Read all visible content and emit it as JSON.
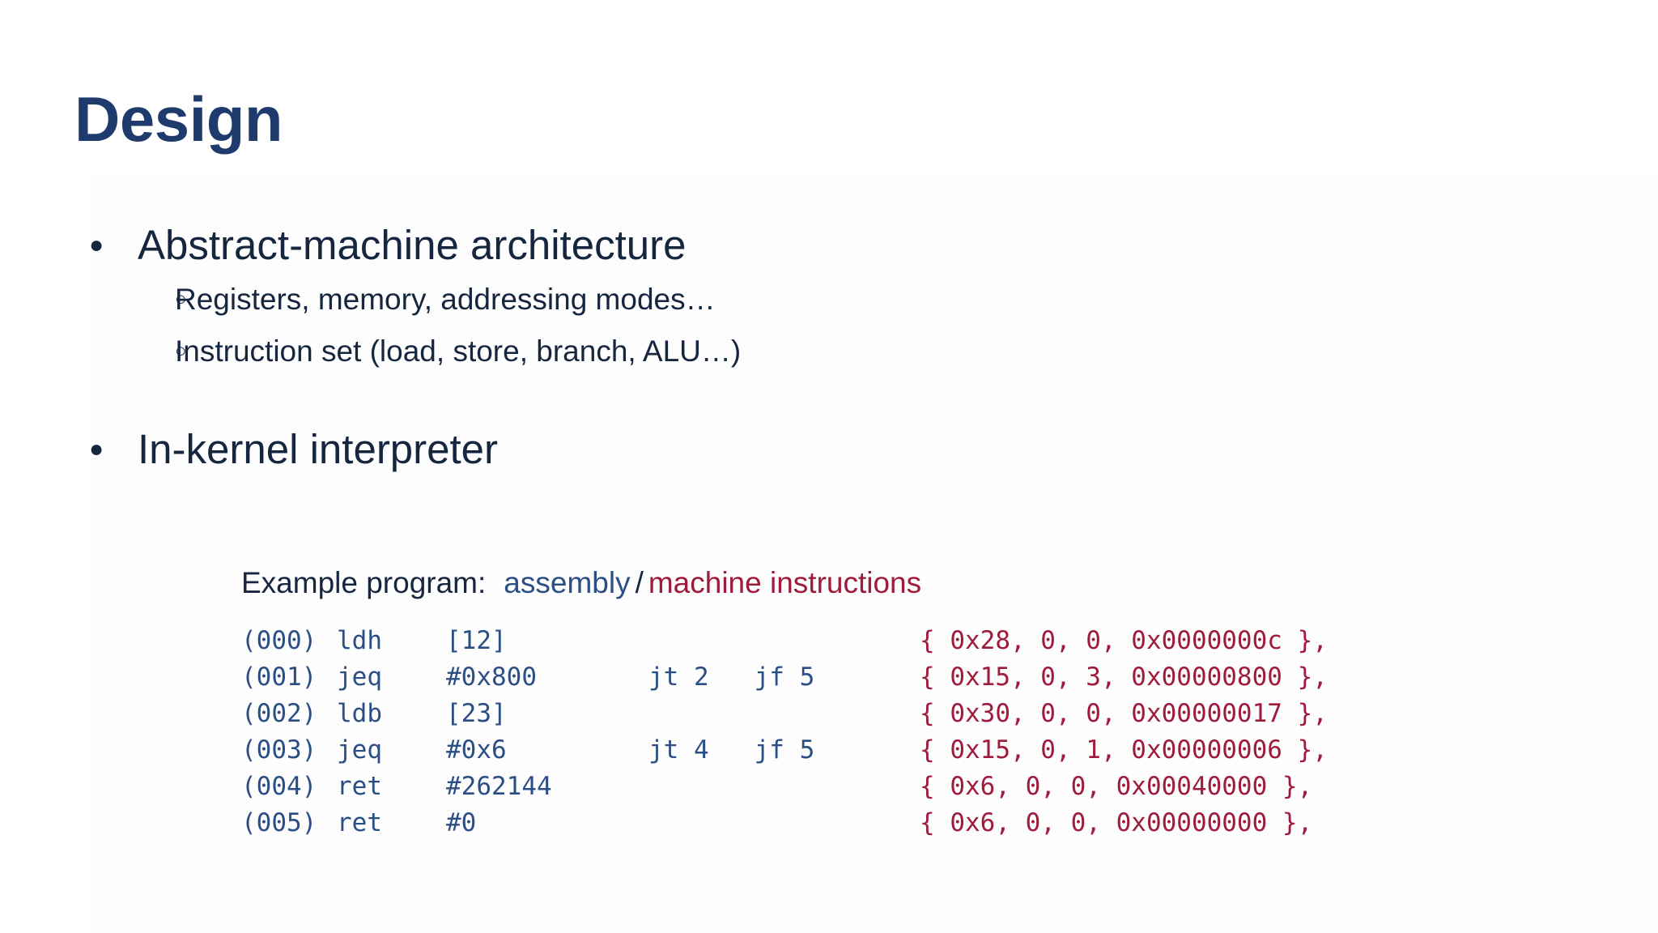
{
  "slide": {
    "title": "Design",
    "bullets": [
      {
        "marker": "●",
        "label": "Abstract-machine architecture",
        "sub": [
          {
            "marker": "○",
            "label": "Registers, memory, addressing modes…"
          },
          {
            "marker": "○",
            "label": "Instruction set (load, store, branch, ALU…)"
          }
        ]
      },
      {
        "marker": "●",
        "label": "In-kernel interpreter",
        "sub": []
      }
    ],
    "example": {
      "caption_prefix": "Example program:",
      "assembly_word": "assembly",
      "separator": "/",
      "machine_word": "machine instructions",
      "code_rows": [
        {
          "addr": "(000)",
          "op": "ldh",
          "arg": "[12]",
          "jmp": "",
          "mach": "{ 0x28, 0, 0, 0x0000000c },"
        },
        {
          "addr": "(001)",
          "op": "jeq",
          "arg": "#0x800",
          "jmp": "jt 2   jf 5",
          "mach": "{ 0x15, 0, 3, 0x00000800 },"
        },
        {
          "addr": "(002)",
          "op": "ldb",
          "arg": "[23]",
          "jmp": "",
          "mach": "{ 0x30, 0, 0, 0x00000017 },"
        },
        {
          "addr": "(003)",
          "op": "jeq",
          "arg": "#0x6",
          "jmp": "jt 4   jf 5",
          "mach": "{ 0x15, 0, 1, 0x00000006 },"
        },
        {
          "addr": "(004)",
          "op": "ret",
          "arg": "#262144",
          "jmp": "",
          "mach": "{ 0x6, 0, 0, 0x00040000 },"
        },
        {
          "addr": "(005)",
          "op": "ret",
          "arg": "#0",
          "jmp": "",
          "mach": "{ 0x6, 0, 0, 0x00000000 },"
        }
      ]
    },
    "colors": {
      "background": "#ffffff",
      "title": "#1f3b6e",
      "body_text": "#16263f",
      "assembly": "#2b4f84",
      "machine": "#9e1b3c"
    }
  }
}
